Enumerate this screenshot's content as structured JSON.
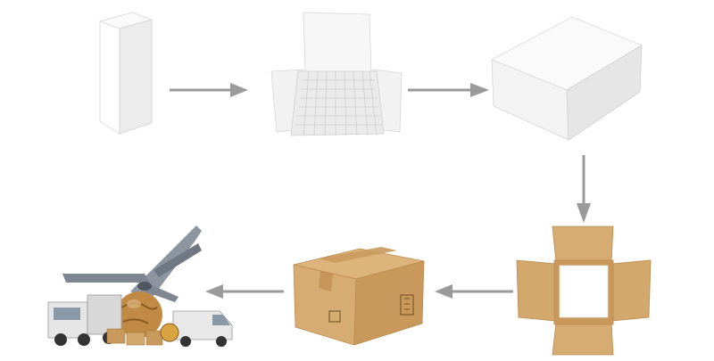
{
  "diagram": {
    "steps": [
      {
        "name": "white-retail-box",
        "icon": "tall-white-box-icon"
      },
      {
        "name": "open-tray-with-grid-insert",
        "icon": "grid-tray-icon"
      },
      {
        "name": "closed-white-master-box",
        "icon": "white-cube-icon"
      },
      {
        "name": "open-cardboard-shipping-carton",
        "icon": "open-carton-icon"
      },
      {
        "name": "sealed-cardboard-carton",
        "icon": "sealed-carton-icon"
      },
      {
        "name": "global-freight-shipping",
        "icon": "airplane-truck-globe-icon"
      }
    ],
    "arrows": [
      {
        "from": "white-retail-box",
        "to": "open-tray-with-grid-insert",
        "direction": "right"
      },
      {
        "from": "open-tray-with-grid-insert",
        "to": "closed-white-master-box",
        "direction": "right"
      },
      {
        "from": "closed-white-master-box",
        "to": "open-cardboard-shipping-carton",
        "direction": "down"
      },
      {
        "from": "open-cardboard-shipping-carton",
        "to": "sealed-cardboard-carton",
        "direction": "left"
      },
      {
        "from": "sealed-cardboard-carton",
        "to": "global-freight-shipping",
        "direction": "left"
      }
    ],
    "colors": {
      "arrow": "#9a9a9a",
      "white_box": "#f4f4f4",
      "cardboard": "#d6ac72",
      "cardboard_dark": "#b98a4f"
    }
  }
}
